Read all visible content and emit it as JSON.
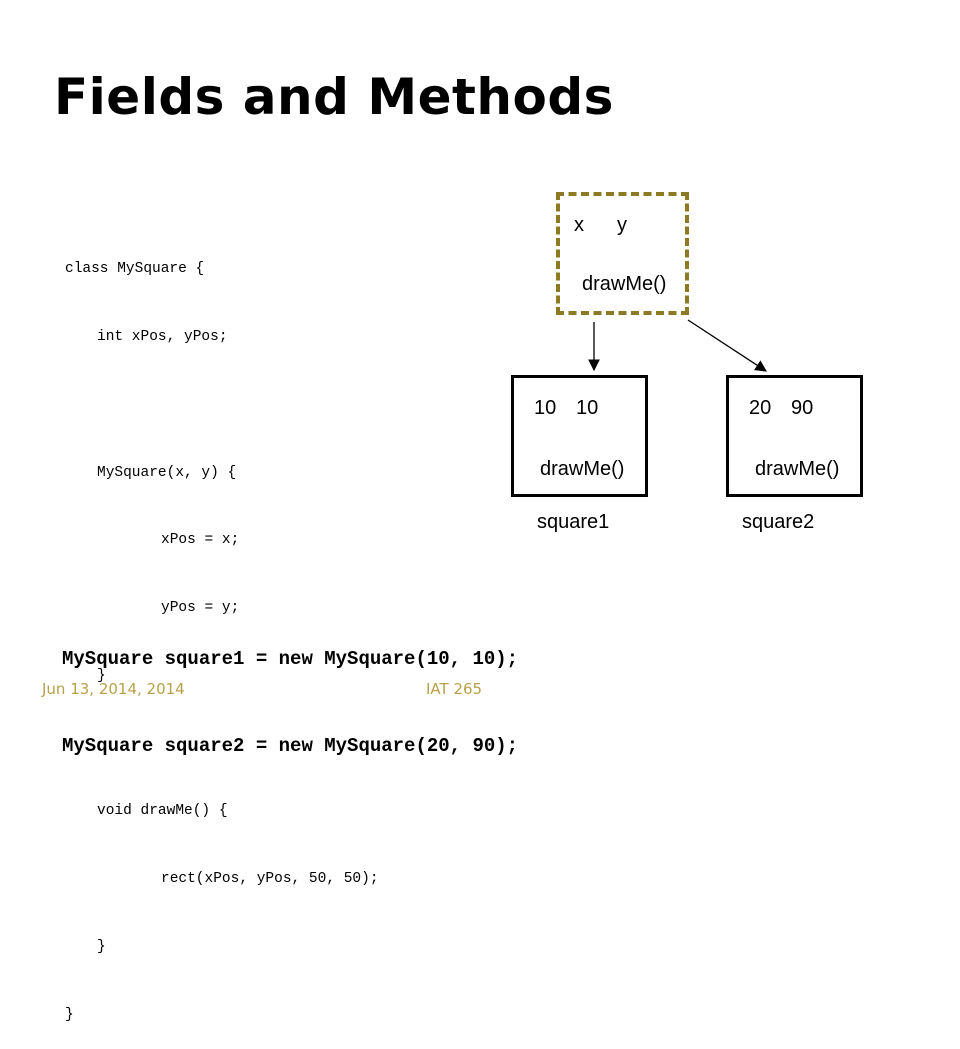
{
  "title": "Fields and Methods",
  "code_lines": [
    "class MySquare {",
    "int xPos, yPos;",
    "",
    "MySquare(x, y) {",
    "xPos = x;",
    "yPos = y;",
    "}",
    "",
    "void drawMe() {",
    "rect(xPos, yPos, 50, 50);",
    "}",
    "}"
  ],
  "instantiations": [
    "MySquare square1 = new MySquare(10, 10);",
    "MySquare square2 = new MySquare(20, 90);"
  ],
  "class_box": {
    "field_x": "x",
    "field_y": "y",
    "method": "drawMe()",
    "border_color": "#8c7a24"
  },
  "objects": [
    {
      "x_value": "10",
      "y_value": "10",
      "method": "drawMe()",
      "name": "square1"
    },
    {
      "x_value": "20",
      "y_value": "90",
      "method": "drawMe()",
      "name": "square2"
    }
  ],
  "footer": {
    "date": "Jun 13, 2014, 2014",
    "course": "IAT 265",
    "color": "#b8a14a"
  }
}
